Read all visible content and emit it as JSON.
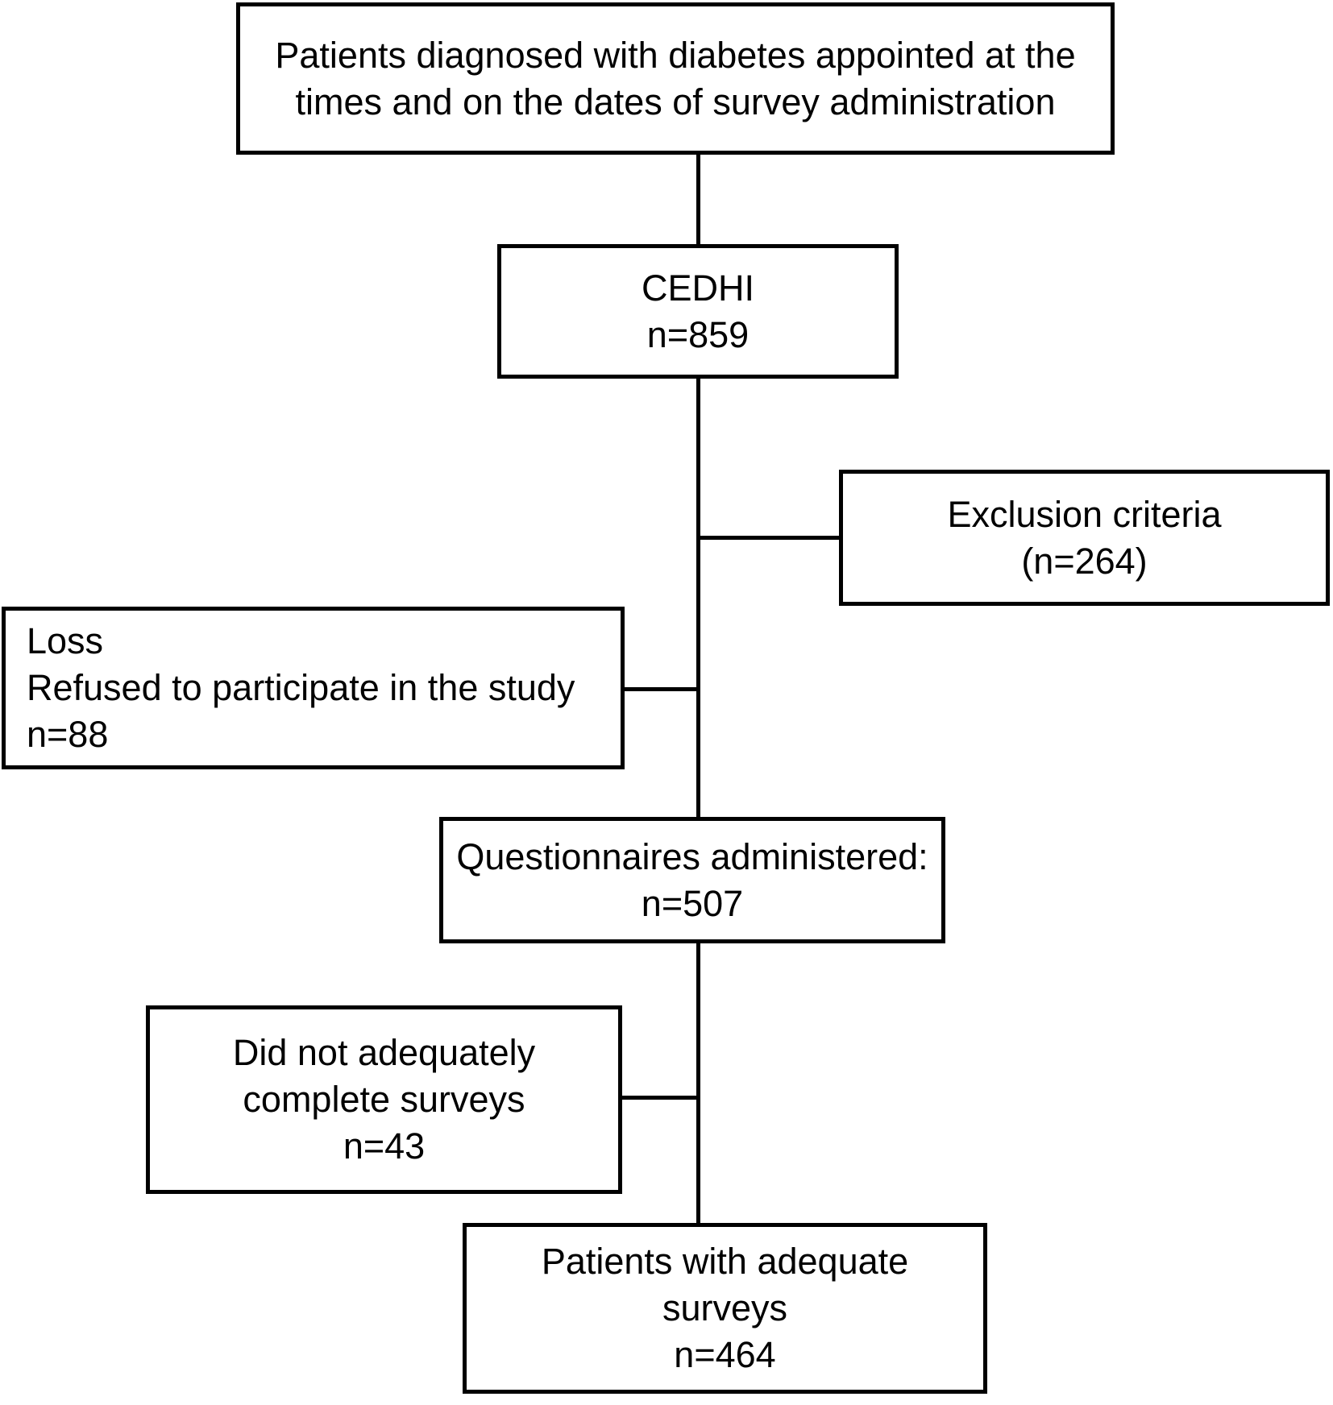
{
  "colors": {
    "border": "#000000",
    "background": "#ffffff",
    "text": "#000000"
  },
  "boxes": {
    "eligible": {
      "lines": [
        "Patients diagnosed with diabetes appointed at the",
        "times and on the dates of survey administration"
      ]
    },
    "cedhi": {
      "lines": [
        "CEDHI",
        "n=859"
      ]
    },
    "exclusion": {
      "lines": [
        "Exclusion criteria",
        "(n=264)"
      ]
    },
    "loss": {
      "lines": [
        "Loss",
        "Refused to participate in the study",
        "n=88"
      ]
    },
    "questionnaires": {
      "lines": [
        "Questionnaires administered:",
        "n=507"
      ]
    },
    "incomplete": {
      "lines": [
        "Did not adequately",
        "complete surveys",
        "n=43"
      ]
    },
    "adequate": {
      "lines": [
        "Patients with adequate",
        "surveys",
        "n=464"
      ]
    }
  }
}
